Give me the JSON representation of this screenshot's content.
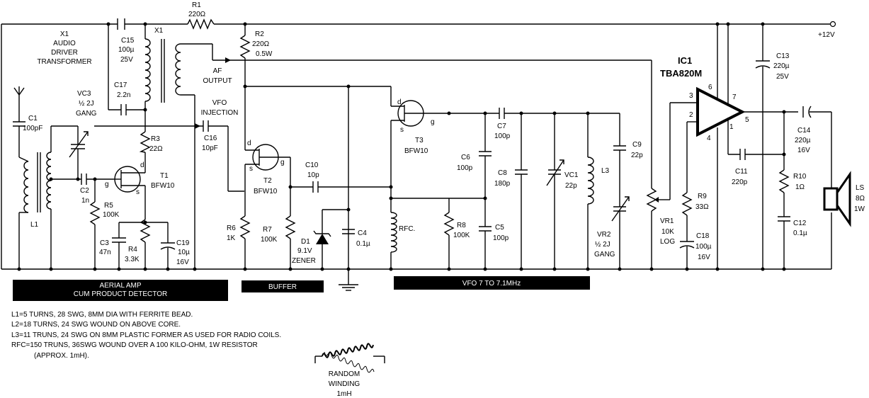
{
  "supply": "+12V",
  "blocks": {
    "aerial": [
      "AERIAL AMP",
      "CUM PRODUCT DETECTOR"
    ],
    "buffer": "BUFFER",
    "vfo": "VFO 7 TO 7.1MHz"
  },
  "ic": {
    "name": "IC1",
    "part": "TBA820M",
    "pins": [
      "3",
      "2",
      "6",
      "4",
      "7",
      "1",
      "5"
    ]
  },
  "labels": {
    "x1_block": [
      "X1",
      "AUDIO",
      "DRIVER",
      "TRANSFORMER"
    ],
    "x1": "X1",
    "af_output": [
      "AF",
      "OUTPUT"
    ],
    "vfo_injection": [
      "VFO",
      "INJECTION"
    ],
    "random_winding": [
      "RANDOM",
      "WINDING",
      "1mH"
    ]
  },
  "components": {
    "R1": [
      "R1",
      "220Ω"
    ],
    "R2": [
      "R2",
      "220Ω",
      "0.5W"
    ],
    "C15": [
      "C15",
      "100µ",
      "25V"
    ],
    "C17": [
      "C17",
      "2.2n"
    ],
    "C1": [
      "C1",
      "100pF"
    ],
    "VC3": [
      "VC3",
      "½ 2J",
      "GANG"
    ],
    "L1": "L1",
    "C2": [
      "C2",
      "1n"
    ],
    "R3": [
      "R3",
      "22Ω"
    ],
    "T1": [
      "T1",
      "BFW10"
    ],
    "R5": [
      "R5",
      "100K"
    ],
    "C3": [
      "C3",
      "47n"
    ],
    "R4": [
      "R4",
      "3.3K"
    ],
    "C19": [
      "C19",
      "10µ",
      "16V"
    ],
    "C16": [
      "C16",
      "10pF"
    ],
    "T2": [
      "T2",
      "BFW10"
    ],
    "C10": [
      "C10",
      "10p"
    ],
    "R6": [
      "R6",
      "1K"
    ],
    "R7": [
      "R7",
      "100K"
    ],
    "D1": [
      "D1",
      "9.1V",
      "ZENER"
    ],
    "C4": [
      "C4",
      "0.1µ"
    ],
    "T3": [
      "T3",
      "BFW10"
    ],
    "RFC": "RFC.",
    "R8": [
      "R8",
      "100K"
    ],
    "C6": [
      "C6",
      "100p"
    ],
    "C7": [
      "C7",
      "100p"
    ],
    "C5": [
      "C5",
      "100p"
    ],
    "C8": [
      "C8",
      "180p"
    ],
    "VC1": [
      "VC1",
      "22p"
    ],
    "L3": "L3",
    "C9": [
      "C9",
      "22p"
    ],
    "VR2": [
      "VR2",
      "½ 2J",
      "GANG"
    ],
    "VR1": [
      "VR1",
      "10K",
      "LOG"
    ],
    "R9": [
      "R9",
      "33Ω"
    ],
    "C18": [
      "C18",
      "100µ",
      "16V"
    ],
    "C13": [
      "C13",
      "220µ",
      "25V"
    ],
    "C11": [
      "C11",
      "220p"
    ],
    "C14": [
      "C14",
      "220µ",
      "16V"
    ],
    "R10": [
      "R10",
      "1Ω"
    ],
    "C12": [
      "C12",
      "0.1µ"
    ],
    "LS": [
      "LS",
      "8Ω",
      "1W"
    ]
  },
  "pins": {
    "d": "d",
    "g": "g",
    "s": "s"
  },
  "notes": [
    "L1=5 TURNS, 28 SWG, 8MM DIA WITH FERRITE BEAD.",
    "L2=18 TURNS, 24 SWG WOUND ON ABOVE CORE.",
    "L3=11 TRUNS, 24 SWG ON 8MM PLASTIC FORMER AS USED FOR RADIO COILS.",
    "RFC=150 TRUNS, 36SWG WOUND OVER A 100 KILO-OHM, 1W RESISTOR",
    "(APPROX. 1mH)."
  ]
}
